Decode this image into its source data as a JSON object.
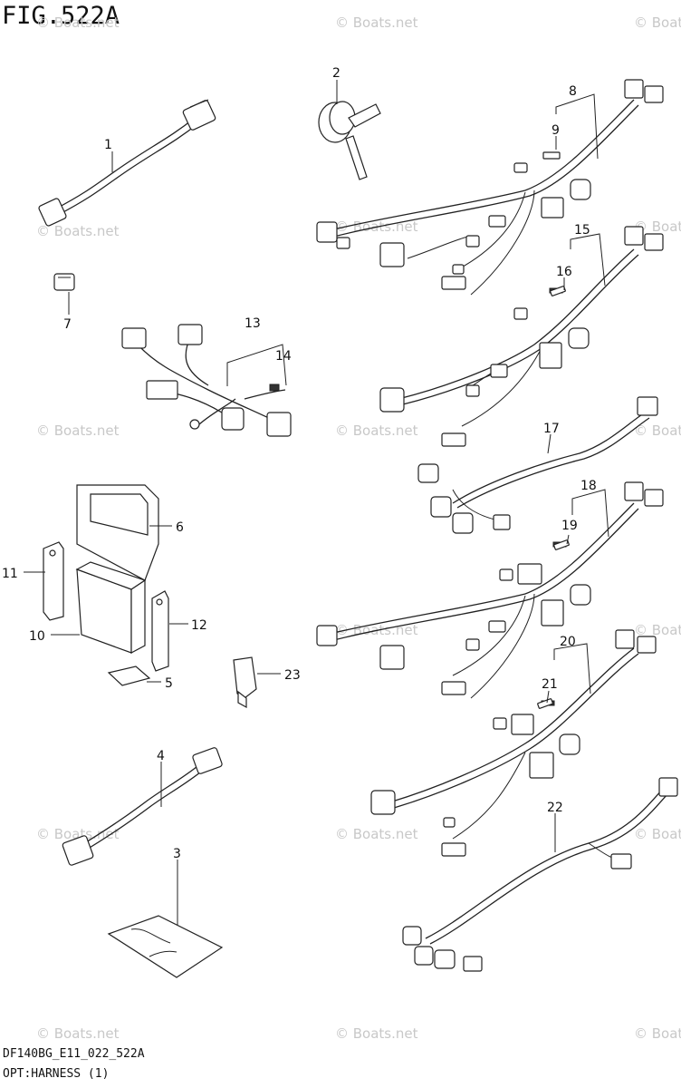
{
  "figure": {
    "title": "FIG.522A"
  },
  "footer": {
    "code": "DF140BG_E11_022_522A",
    "caption": "OPT:HARNESS (1)"
  },
  "watermark": {
    "text": "© Boats.net",
    "color": "#c8c8c8"
  },
  "callouts": [
    "1",
    "2",
    "3",
    "4",
    "5",
    "6",
    "7",
    "8",
    "9",
    "10",
    "11",
    "12",
    "13",
    "14",
    "15",
    "16",
    "17",
    "18",
    "19",
    "20",
    "21",
    "22",
    "23"
  ]
}
